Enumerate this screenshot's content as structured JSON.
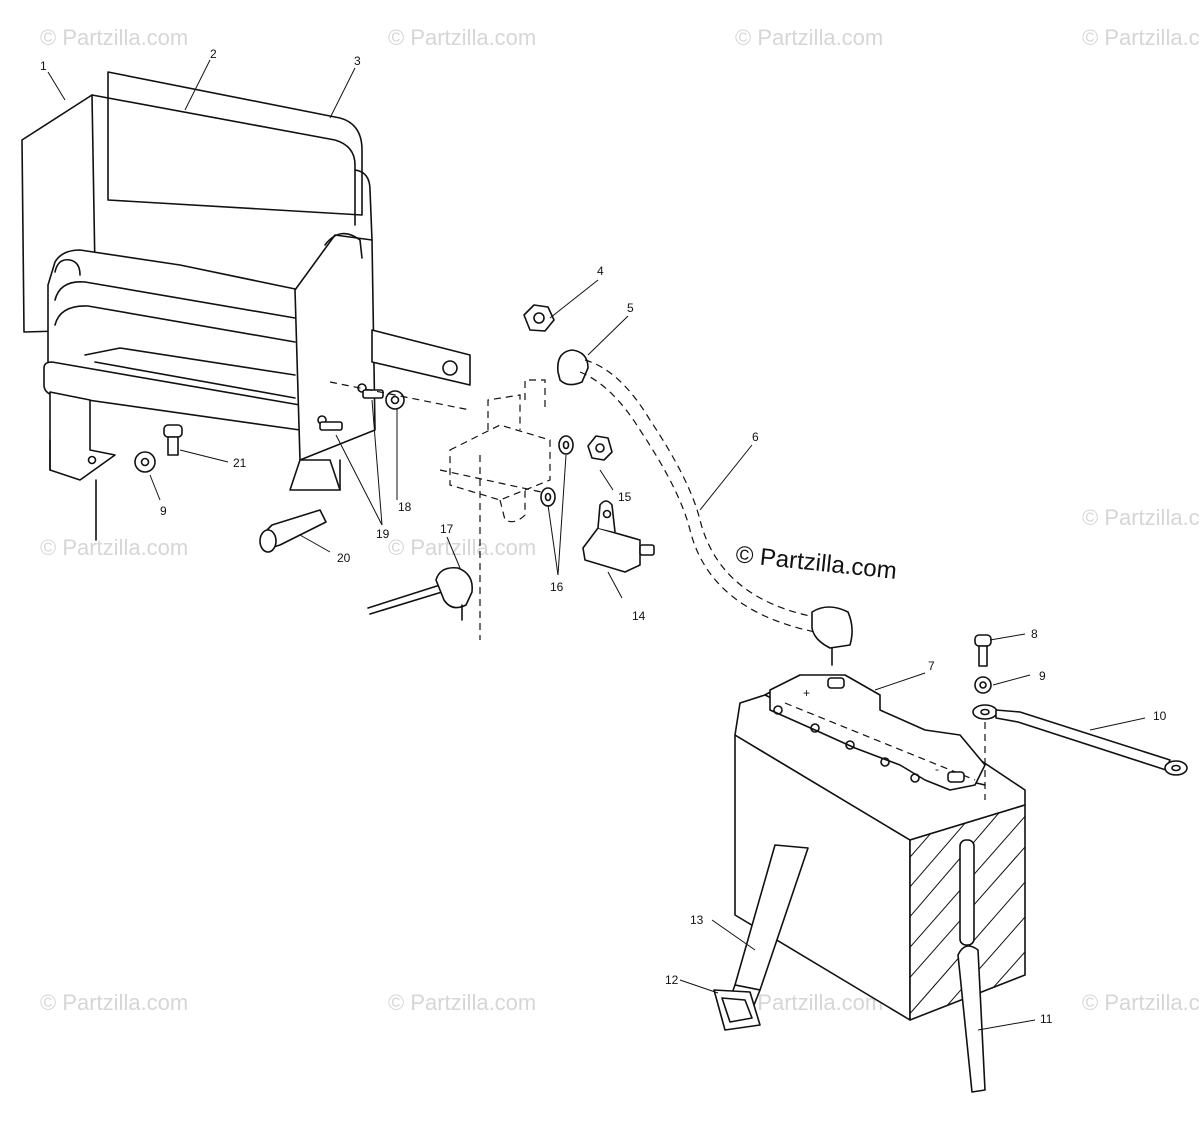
{
  "watermark": "© Partzilla.com",
  "callouts": [
    "1",
    "2",
    "3",
    "4",
    "5",
    "6",
    "7",
    "8",
    "9",
    "10",
    "11",
    "12",
    "13",
    "14",
    "15",
    "16",
    "17",
    "18",
    "19",
    "20",
    "21"
  ],
  "battery_polarity": {
    "positive": "+",
    "negative": "-"
  }
}
